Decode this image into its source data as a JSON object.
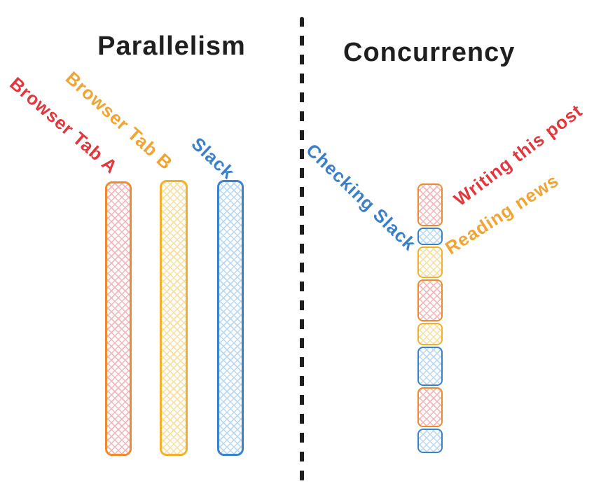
{
  "parallelism": {
    "title": "Parallelism",
    "bars": [
      {
        "label": "Browser Tab A",
        "color": "red"
      },
      {
        "label": "Browser Tab B",
        "color": "yellow"
      },
      {
        "label": "Slack",
        "color": "blue"
      }
    ]
  },
  "concurrency": {
    "title": "Concurrency",
    "tasks": [
      {
        "label": "Checking Slack",
        "color": "blue"
      },
      {
        "label": "Writing this post",
        "color": "red"
      },
      {
        "label": "Reading news",
        "color": "yellow"
      }
    ],
    "segments": [
      {
        "color": "red",
        "height": 61
      },
      {
        "color": "blue",
        "height": 25
      },
      {
        "color": "yellow",
        "height": 45
      },
      {
        "color": "red",
        "height": 60
      },
      {
        "color": "yellow",
        "height": 32
      },
      {
        "color": "blue",
        "height": 56
      },
      {
        "color": "red",
        "height": 57
      },
      {
        "color": "blue",
        "height": 35
      }
    ]
  },
  "palette": {
    "ink": {
      "text": "#1f1f1f"
    },
    "red": {
      "text": "#e0383c",
      "stroke": "#ee8a30",
      "fill": "#f3b6ba"
    },
    "yellow": {
      "text": "#f0a433",
      "stroke": "#f2b02f",
      "fill": "#f7dfa0"
    },
    "blue": {
      "text": "#3a80c8",
      "stroke": "#3b82cc",
      "fill": "#b9d8f3"
    }
  }
}
